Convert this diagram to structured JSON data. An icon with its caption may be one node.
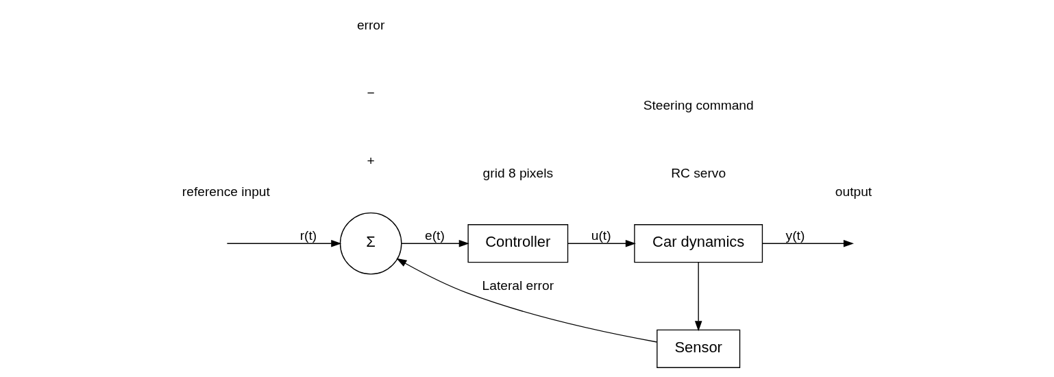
{
  "diagram": {
    "nodes": [
      {
        "text": [
          "Σ"
        ]
      },
      {
        "text": [
          "Controller"
        ]
      },
      {
        "text": [
          "Car dynamics"
        ]
      },
      {
        "text": [
          "Sensor"
        ]
      }
    ],
    "edges": [
      {
        "from": null,
        "to": 0,
        "arrow": "to",
        "label": "r(t)"
      },
      {
        "from": 0,
        "to": 1,
        "arrow": "to",
        "label": "e(t)"
      },
      {
        "from": 1,
        "to": 2,
        "arrow": "to",
        "label": "u(t)"
      },
      {
        "from": 2,
        "to": null,
        "arrow": "to",
        "label": "y(t)"
      },
      {
        "from": 2,
        "to": 3,
        "arrow": "to"
      },
      {
        "from": 3,
        "to": 0,
        "arrow": "to",
        "label": "Lateral error"
      }
    ],
    "labels": [
      "reference input",
      "+",
      "−",
      "error",
      "RC servo",
      "Steering command",
      "grid 8 pixels",
      "output"
    ]
  }
}
